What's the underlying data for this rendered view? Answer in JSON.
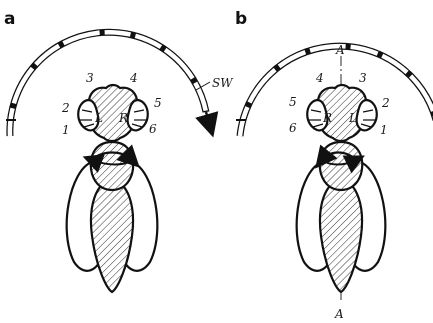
{
  "figure": {
    "panels": [
      {
        "label": "a",
        "eye_left": "L",
        "eye_right": "R",
        "numbers": [
          "3",
          "4",
          "2",
          "5",
          "1",
          "6"
        ],
        "arc_label": "SW"
      },
      {
        "label": "b",
        "eye_left": "R",
        "eye_right": "L",
        "numbers": [
          "4",
          "3",
          "5",
          "2",
          "6",
          "1"
        ],
        "axis_top": "A",
        "axis_bottom": "A"
      }
    ]
  }
}
